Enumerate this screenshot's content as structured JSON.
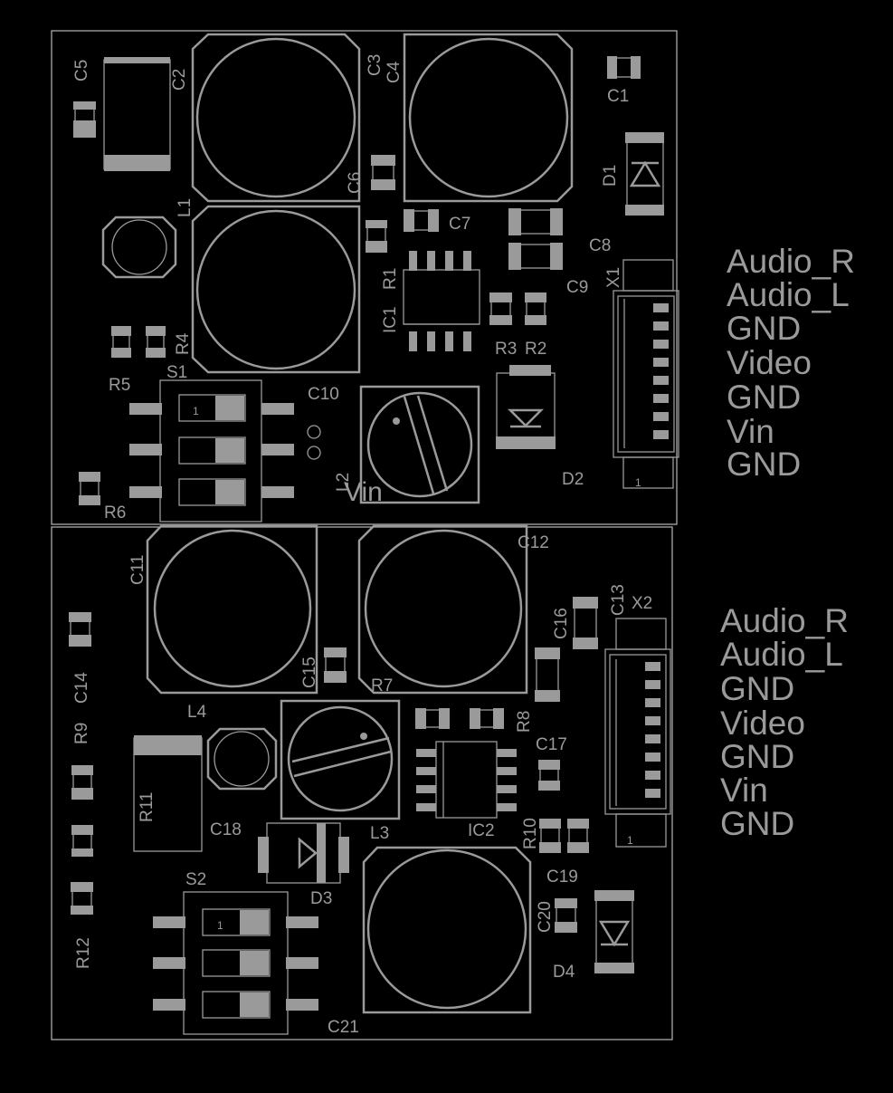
{
  "colors": {
    "background": "#000000",
    "silkscreen": "#9a9a9a",
    "board_outline": "#aaaaaa"
  },
  "board1": {
    "labels": {
      "C5": "C5",
      "C2": "C2",
      "C3": "C3",
      "C4": "C4",
      "C1": "C1",
      "D1": "D1",
      "C6": "C6",
      "L1": "L1",
      "C7": "C7",
      "C8": "C8",
      "C9": "C9",
      "X1": "X1",
      "R1": "R1",
      "IC1": "IC1",
      "R4": "R4",
      "R3": "R3",
      "R2": "R2",
      "S1": "S1",
      "R5": "R5",
      "C10": "C10",
      "L2": "L2",
      "Vin": "Vin",
      "D2": "D2",
      "R6": "R6",
      "switch_num": "1",
      "conn_num": "1"
    },
    "pins": [
      "Audio_R",
      "Audio_L",
      "GND",
      "Video",
      "GND",
      "Vin",
      "GND"
    ]
  },
  "board2": {
    "labels": {
      "C11": "C11",
      "C12": "C12",
      "C13": "C13",
      "X2": "X2",
      "C16": "C16",
      "C15": "C15",
      "R7": "R7",
      "C14": "C14",
      "L4": "L4",
      "R8": "R8",
      "C17": "C17",
      "R9": "R9",
      "R11": "R11",
      "C18": "C18",
      "L3": "L3",
      "IC2": "IC2",
      "R10": "R10",
      "D3": "D3",
      "C19": "C19",
      "S2": "S2",
      "C20": "C20",
      "D4": "D4",
      "R12": "R12",
      "C21": "C21",
      "switch_num": "1",
      "conn_num": "1"
    },
    "pins": [
      "Audio_R",
      "Audio_L",
      "GND",
      "Video",
      "GND",
      "Vin",
      "GND"
    ]
  }
}
